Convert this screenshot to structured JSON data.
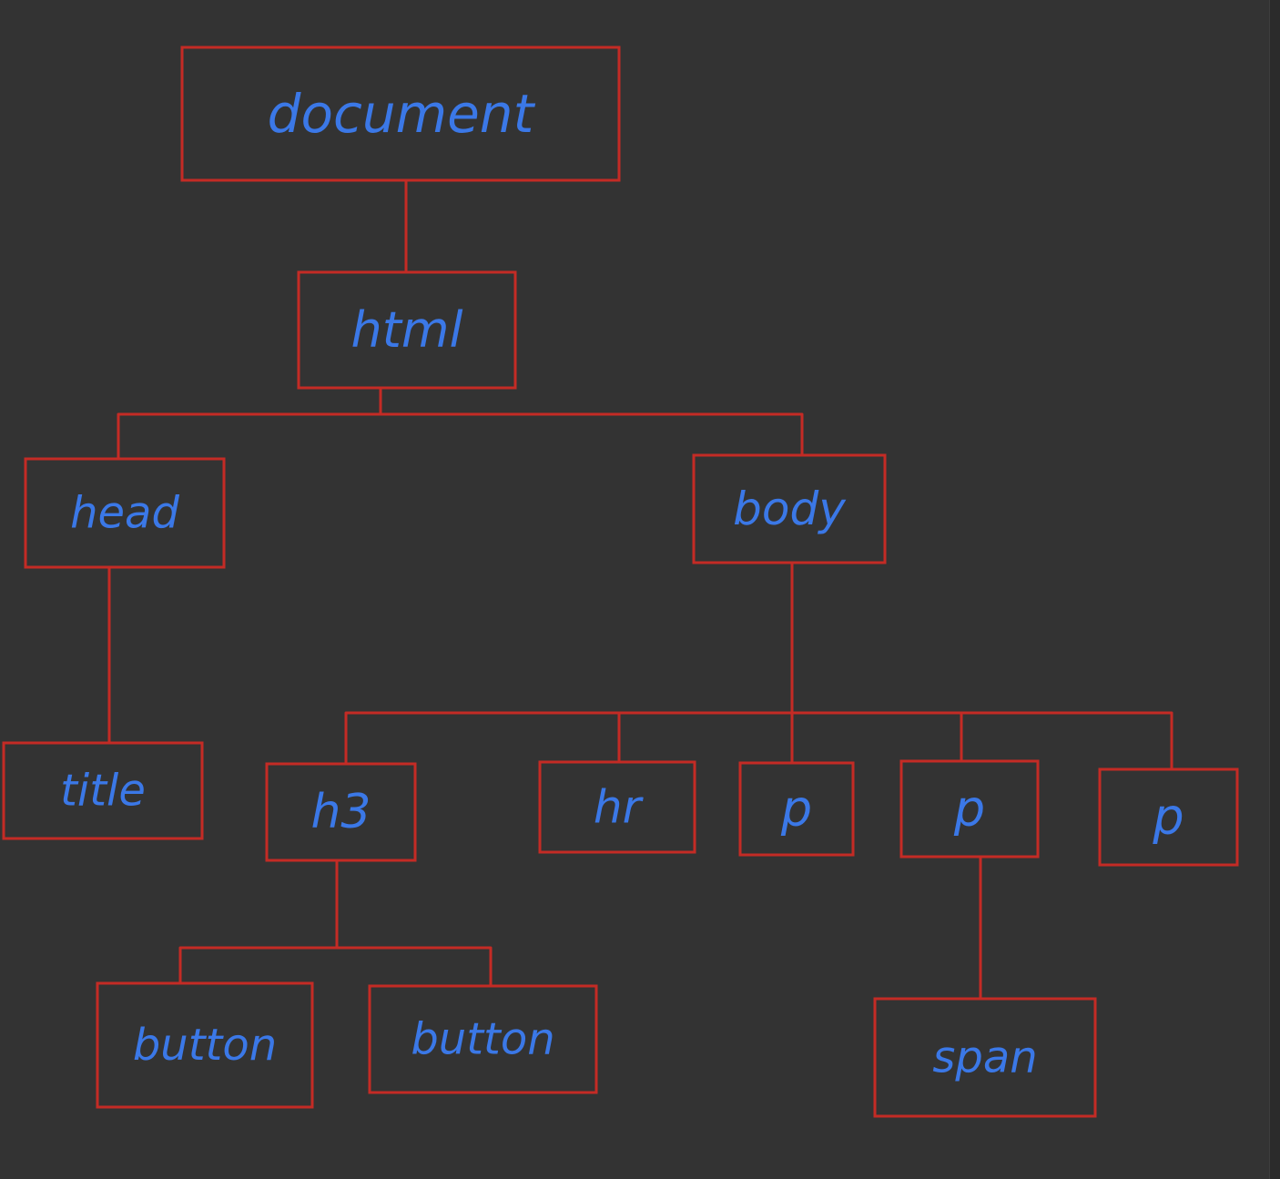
{
  "colors": {
    "background": "#333333",
    "box_stroke": "#c42b25",
    "connector": "#c42b25",
    "label": "#3b78e7"
  },
  "nodes": [
    {
      "id": "document",
      "label": "document"
    },
    {
      "id": "html",
      "label": "html"
    },
    {
      "id": "head",
      "label": "head"
    },
    {
      "id": "body",
      "label": "body"
    },
    {
      "id": "title",
      "label": "title"
    },
    {
      "id": "h3",
      "label": "h3"
    },
    {
      "id": "hr",
      "label": "hr"
    },
    {
      "id": "p1",
      "label": "p"
    },
    {
      "id": "p2",
      "label": "p"
    },
    {
      "id": "p3",
      "label": "p"
    },
    {
      "id": "button1",
      "label": "button"
    },
    {
      "id": "button2",
      "label": "button"
    },
    {
      "id": "span",
      "label": "span"
    }
  ],
  "edges": [
    {
      "from": "document",
      "to": "html"
    },
    {
      "from": "html",
      "to": "head"
    },
    {
      "from": "html",
      "to": "body"
    },
    {
      "from": "head",
      "to": "title"
    },
    {
      "from": "body",
      "to": "h3"
    },
    {
      "from": "body",
      "to": "hr"
    },
    {
      "from": "body",
      "to": "p1"
    },
    {
      "from": "body",
      "to": "p2"
    },
    {
      "from": "body",
      "to": "p3"
    },
    {
      "from": "h3",
      "to": "button1"
    },
    {
      "from": "h3",
      "to": "button2"
    },
    {
      "from": "p2",
      "to": "span"
    }
  ]
}
